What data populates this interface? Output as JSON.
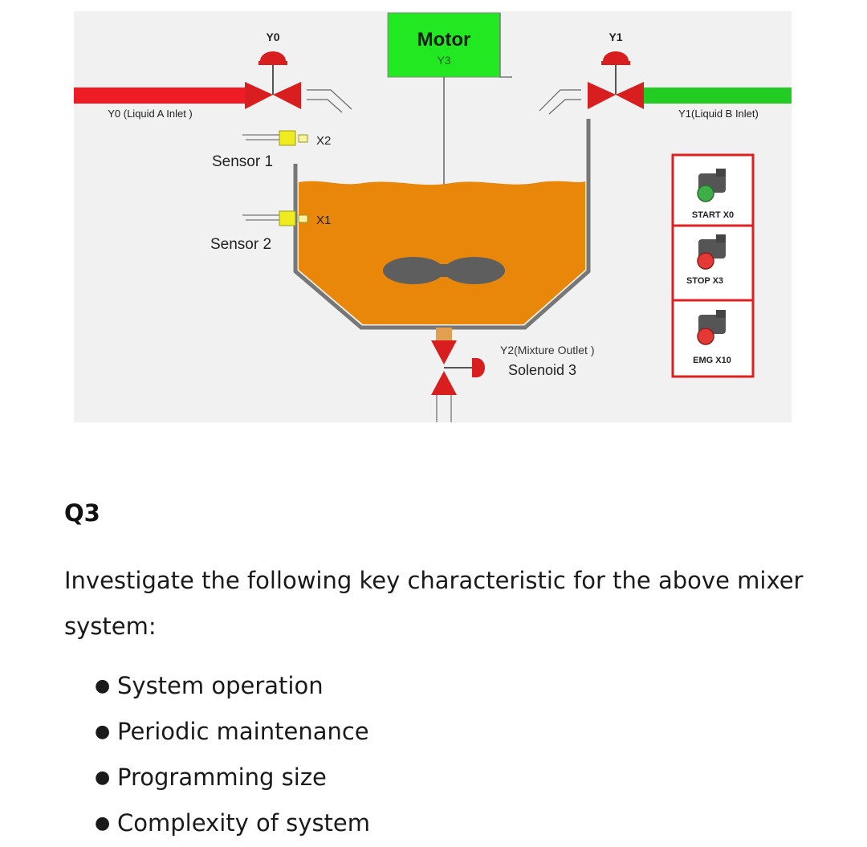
{
  "diagram": {
    "motor": {
      "title": "Motor",
      "code": "Y3"
    },
    "valve_a": {
      "top_label": "Y0",
      "side_label": "Y0 (Liquid A Inlet )"
    },
    "valve_b": {
      "top_label": "Y1",
      "side_label": "Y1(Liquid B Inlet)"
    },
    "sensor1": {
      "label": "Sensor 1",
      "code": "X2"
    },
    "sensor2": {
      "label": "Sensor 2",
      "code": "X1"
    },
    "outlet": {
      "label": "Y2(Mixture Outlet )",
      "solenoid": "Solenoid 3"
    },
    "buttons": [
      {
        "label": "START  X0",
        "color": "#3fae49"
      },
      {
        "label": "STOP X3",
        "color": "#e53935"
      },
      {
        "label": "EMG X10",
        "color": "#e53935"
      }
    ],
    "colors": {
      "liquid": "#e8870a",
      "pipe_a": "#ee1c24",
      "pipe_b": "#22cc22",
      "motor_box": "#22e822",
      "valve": "#d81e1e",
      "panel_border": "#e02020",
      "sensor": "#f0ea20"
    }
  },
  "question": {
    "heading": "Q3",
    "body": "Investigate the following key characteristic for the above mixer system:",
    "bullets": [
      "System operation",
      "Periodic maintenance",
      "Programming size",
      "Complexity of system"
    ]
  }
}
